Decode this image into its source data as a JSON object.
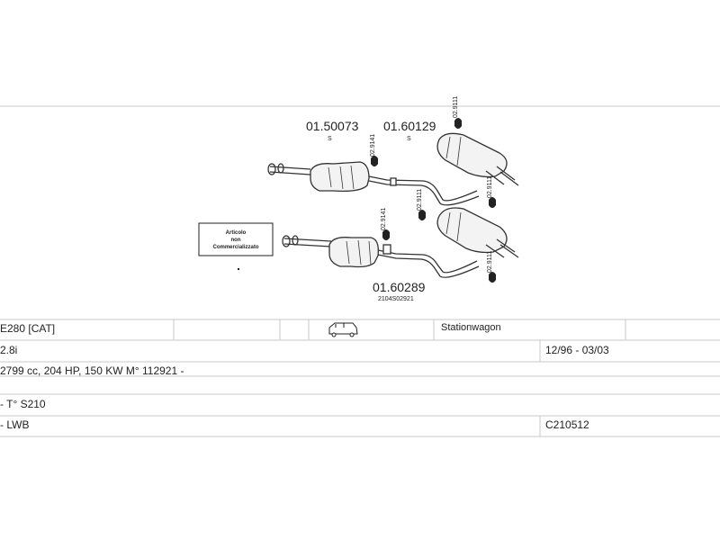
{
  "diagram": {
    "labels": {
      "p1": "01.50073",
      "p1_sub": "S",
      "p2": "01.60129",
      "p2_sub": "S",
      "p3": "01.60289",
      "p3_sub": "2104S02921",
      "h1": "02.9111",
      "h2": "02.9141",
      "h3": "02.9111",
      "h4": "02.9111",
      "h5": "02.9141",
      "h6": "02.9111"
    },
    "note": [
      "Articolo",
      "non",
      "Commercializzato"
    ]
  },
  "table": {
    "model": "E280 [CAT]",
    "body": "Stationwagon",
    "engine": "2.8i",
    "years": "12/96 - 03/03",
    "specs": "2799 cc, 204 HP, 150 KW M° 112921 -",
    "type": "- T° S210",
    "variant": "- LWB",
    "code": "C210512"
  },
  "colors": {
    "line": "#333333",
    "grid": "#c8c8c8"
  }
}
